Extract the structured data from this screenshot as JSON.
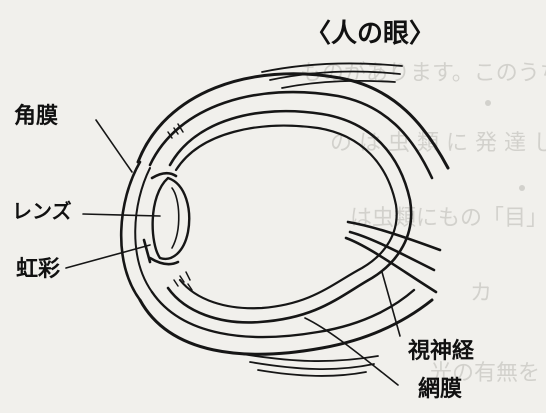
{
  "diagram": {
    "title": "〈人の眼〉",
    "labels": {
      "cornea": "角膜",
      "lens": "レンズ",
      "iris": "虹彩",
      "optic_nerve": "視神経",
      "retina": "網膜"
    }
  }
}
